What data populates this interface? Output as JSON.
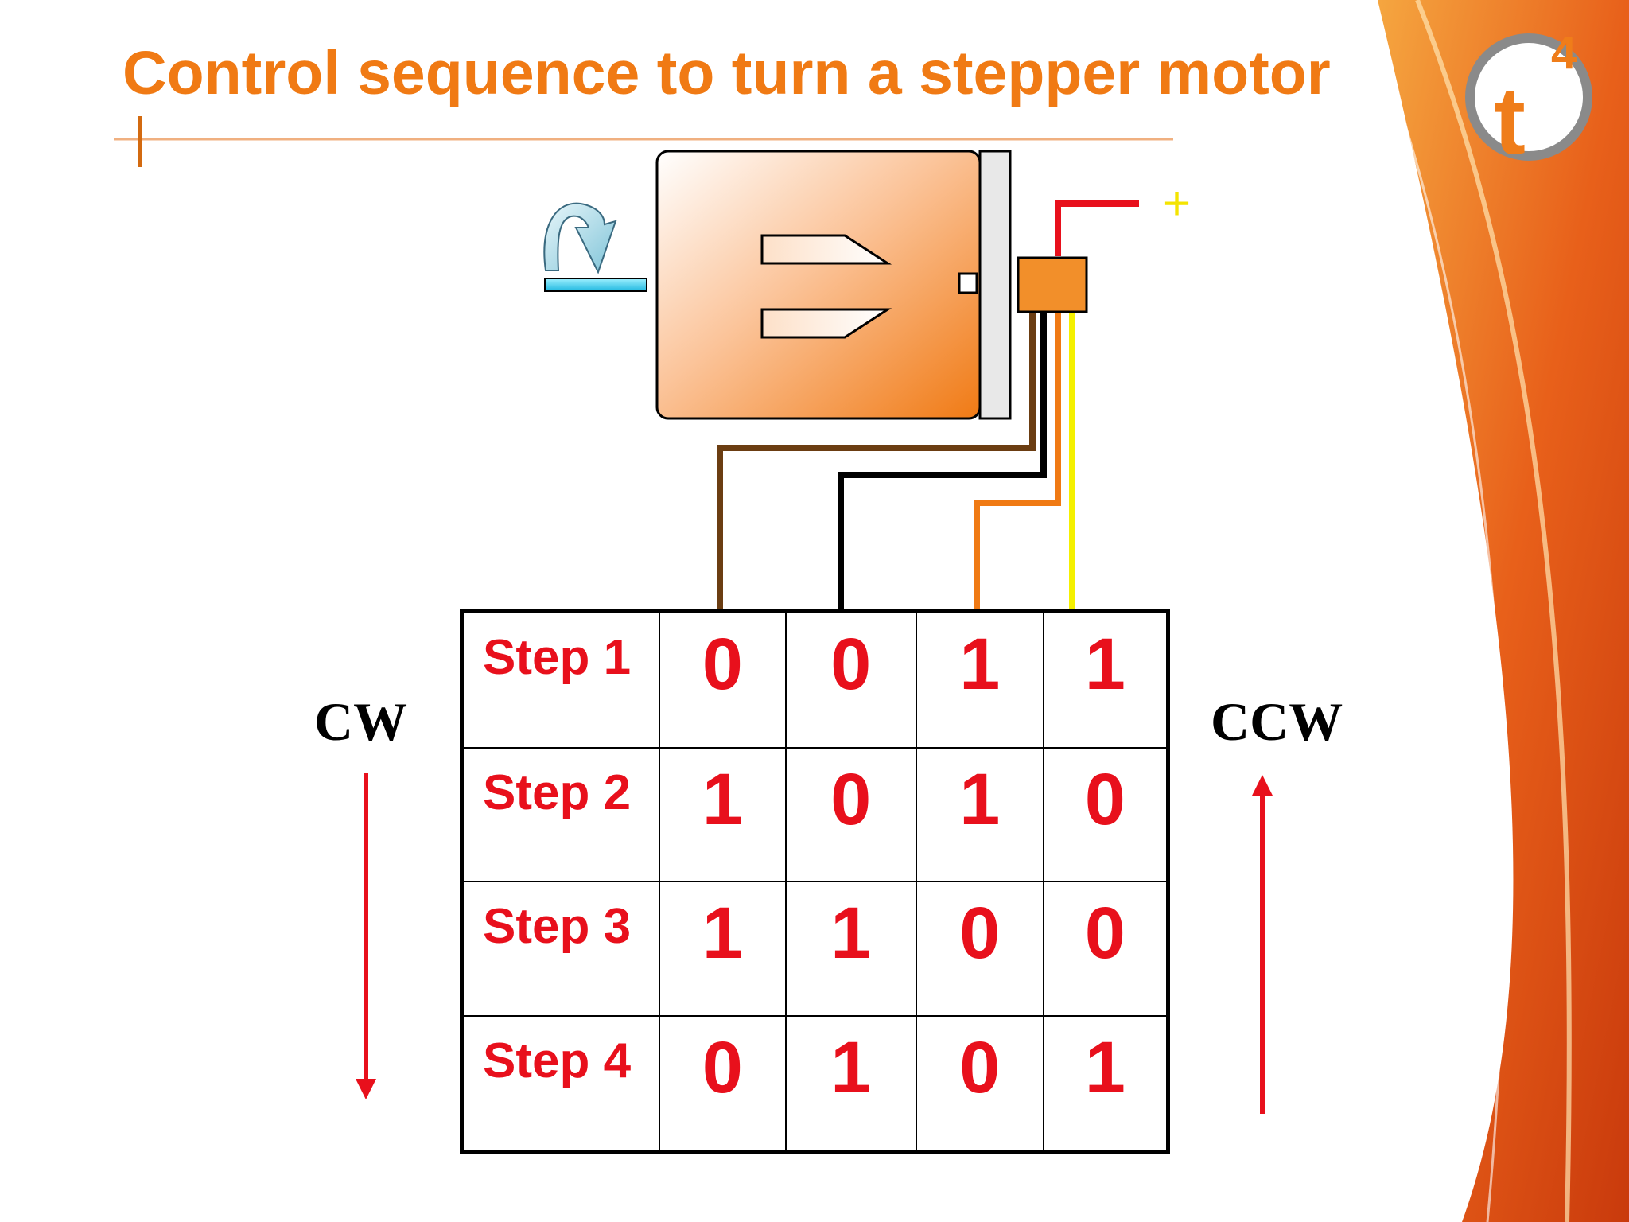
{
  "title": "Control sequence to turn a stepper motor",
  "directions": {
    "cw": "CW",
    "ccw": "CCW"
  },
  "supply": {
    "plus": "+"
  },
  "logo": {
    "letter": "t",
    "superscript": "4"
  },
  "wire_colors": {
    "brown": "#6b3d12",
    "black": "#000000",
    "orange": "#f07a14",
    "yellow": "#f4f000",
    "red": "#e8101c"
  },
  "sequence": [
    {
      "label": "Step 1",
      "bits": [
        "0",
        "0",
        "1",
        "1"
      ]
    },
    {
      "label": "Step 2",
      "bits": [
        "1",
        "0",
        "1",
        "0"
      ]
    },
    {
      "label": "Step 3",
      "bits": [
        "1",
        "1",
        "0",
        "0"
      ]
    },
    {
      "label": "Step 4",
      "bits": [
        "0",
        "1",
        "0",
        "1"
      ]
    }
  ],
  "colors": {
    "title": "#f07a14",
    "table_text": "#e8101c",
    "arrows": "#e8101c"
  }
}
